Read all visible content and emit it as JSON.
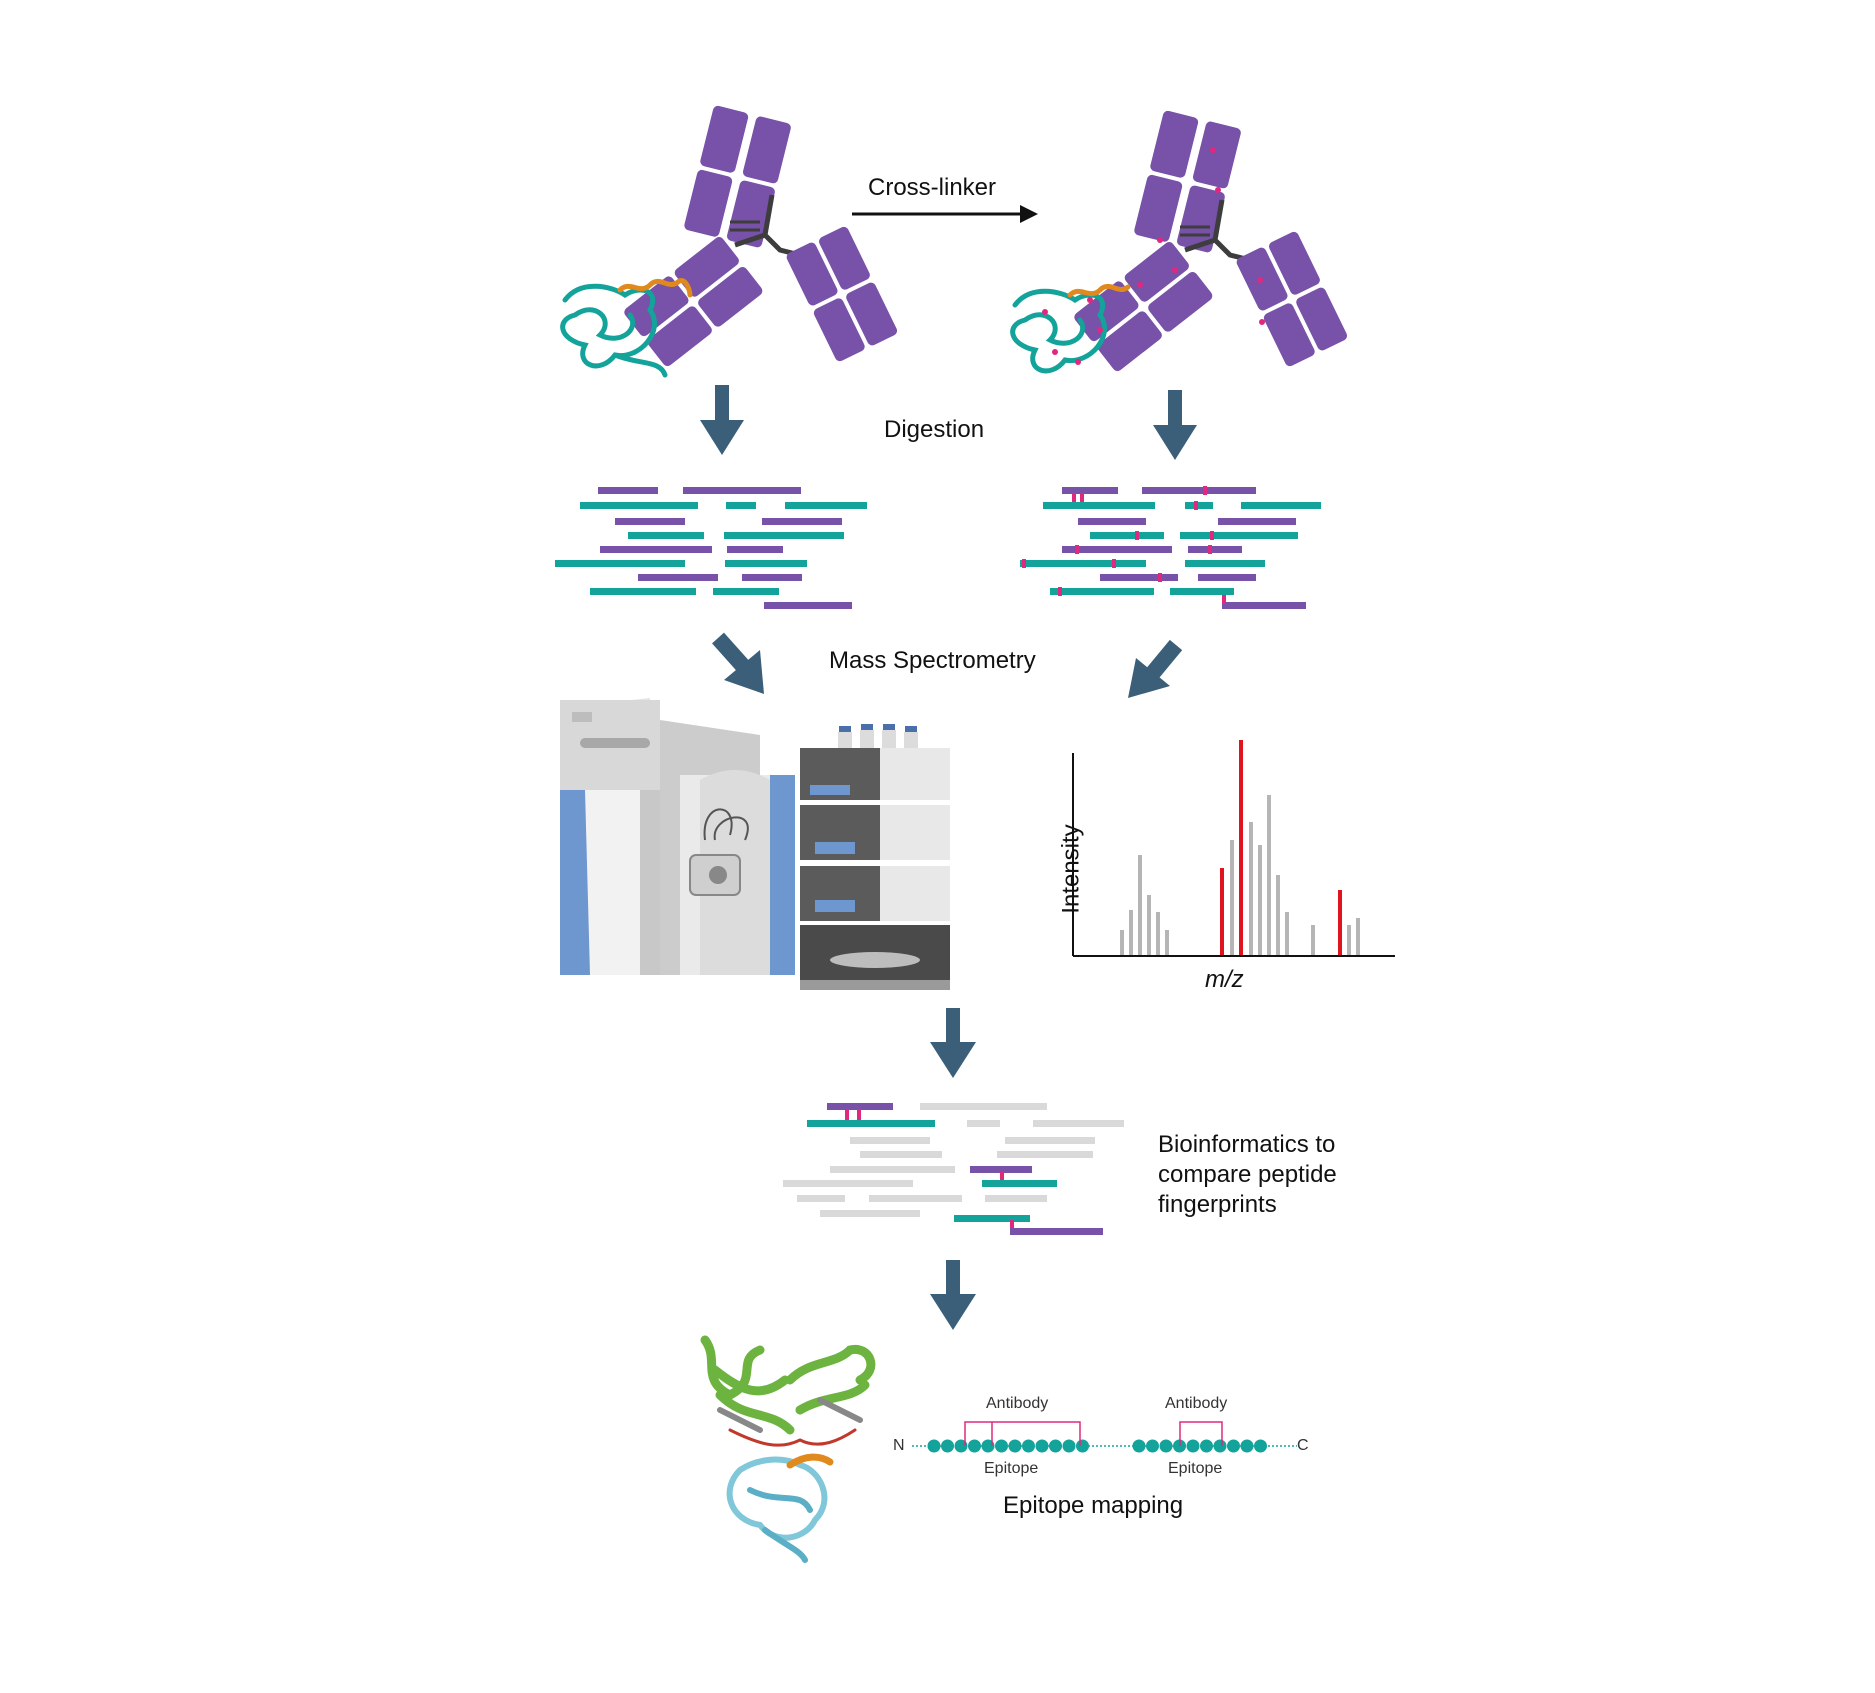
{
  "labels": {
    "crosslinker": "Cross-linker",
    "digestion": "Digestion",
    "mass_spec": "Mass Spectrometry",
    "bioinformatics": "Bioinformatics to\ncompare peptide\nfingerprints",
    "epitope_mapping": "Epitope mapping"
  },
  "spectrum": {
    "ylabel": "Intensity",
    "xlabel": "m/z"
  },
  "epitope_map": {
    "n_terminus": "N",
    "c_terminus": "C",
    "antibody_label_1": "Antibody",
    "antibody_label_2": "Antibody",
    "epitope_label_1": "Epitope",
    "epitope_label_2": "Epitope"
  },
  "colors": {
    "antibody": "#7851a9",
    "antigen": "#13a39a",
    "epitope_loop": "#e08a1e",
    "crosslink": "#e0287e",
    "arrow": "#3b5f78",
    "peak_grey": "#b5b5b5",
    "peak_red": "#e0141e",
    "grey_peptide": "#d9d9d9"
  }
}
